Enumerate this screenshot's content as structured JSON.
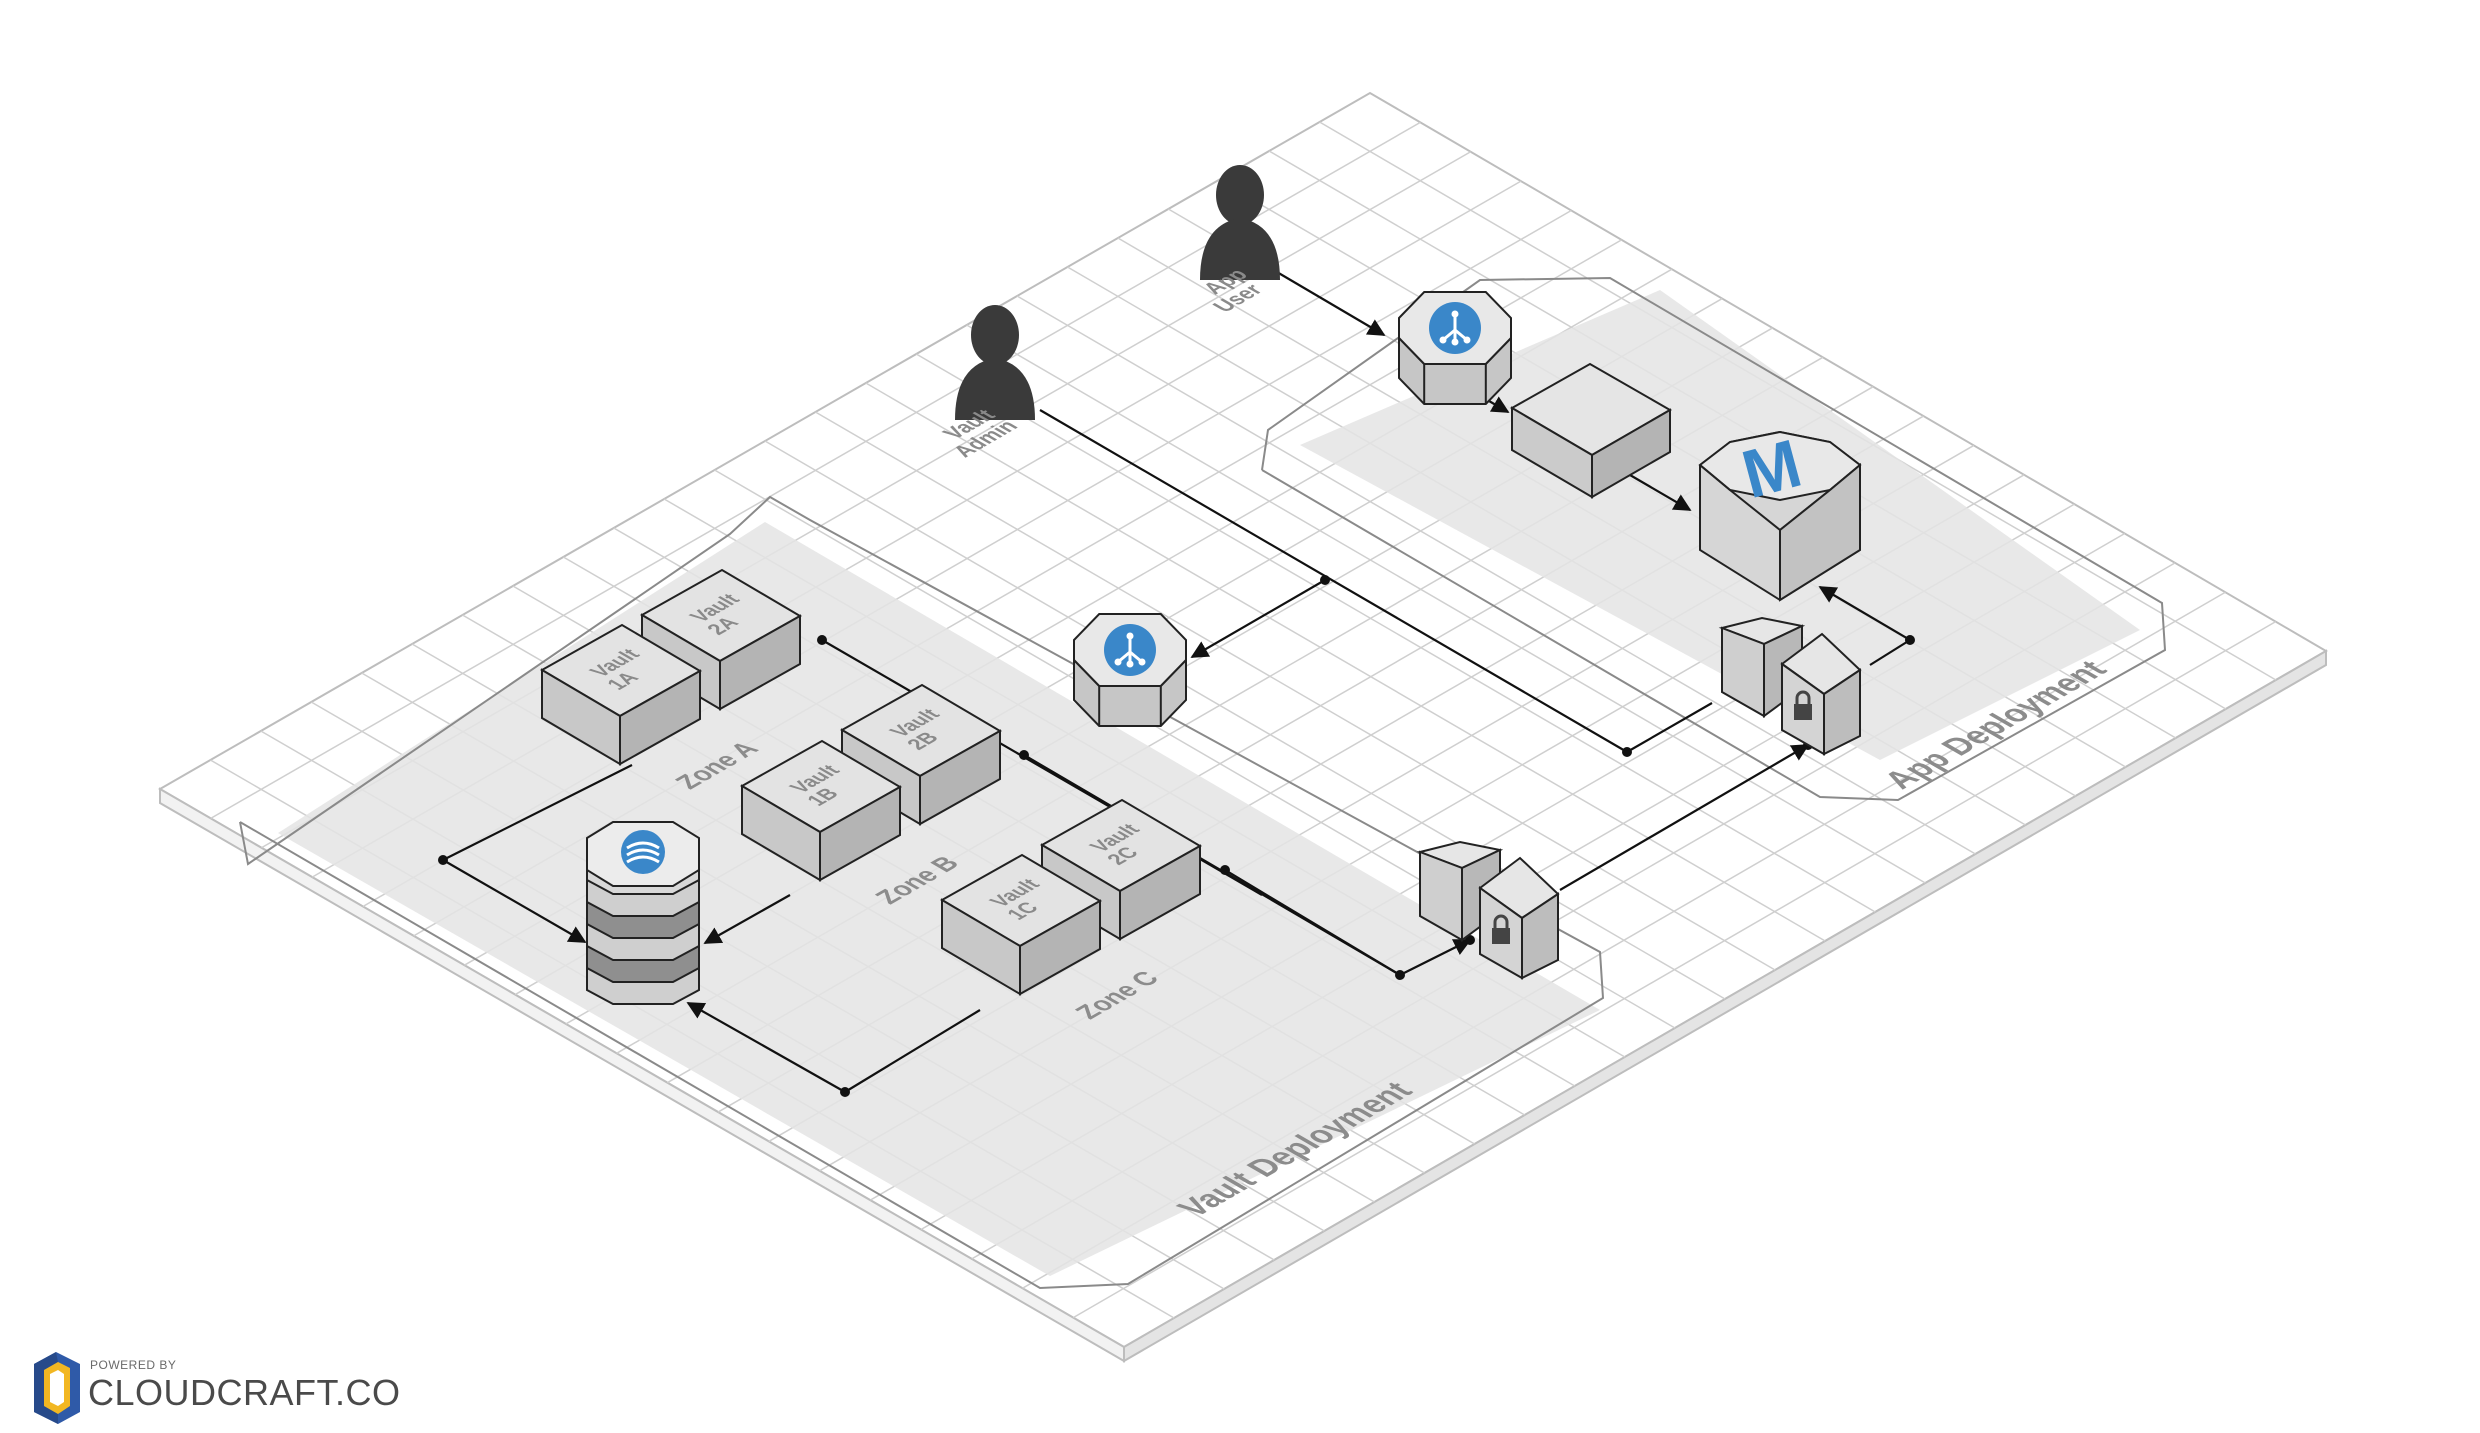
{
  "regions": {
    "vault_deployment": "Vault Deployment",
    "app_deployment": "App Deployment"
  },
  "zones": {
    "zone_a": "Zone A",
    "zone_b": "Zone B",
    "zone_c": "Zone C"
  },
  "servers": {
    "vault_1a": [
      "Vault",
      "1A"
    ],
    "vault_2a": [
      "Vault",
      "2A"
    ],
    "vault_1b": [
      "Vault",
      "1B"
    ],
    "vault_2b": [
      "Vault",
      "2B"
    ],
    "vault_1c": [
      "Vault",
      "1C"
    ],
    "vault_2c": [
      "Vault",
      "2C"
    ]
  },
  "people": {
    "vault_admin": [
      "Vault",
      "Admin"
    ],
    "app_user": [
      "App",
      "User"
    ]
  },
  "icons": {
    "load_balancer": "load-balancer-icon",
    "database": "database-icon",
    "vpn_gateway": "vpn-gateway-icon",
    "app_server": "app-server-icon",
    "m_service": "m-service-icon"
  },
  "colors": {
    "accent_blue": "#3a87c9",
    "grid_line": "#c8c8c8",
    "region_fill": "#e6e6e6",
    "box_top": "#e3e3e3",
    "box_left": "#c8c8c8",
    "box_right": "#b4b4b4",
    "edge": "#1a1a1a"
  },
  "brand": {
    "powered_by": "POWERED BY",
    "name": "CLOUDCRAFT.CO"
  }
}
